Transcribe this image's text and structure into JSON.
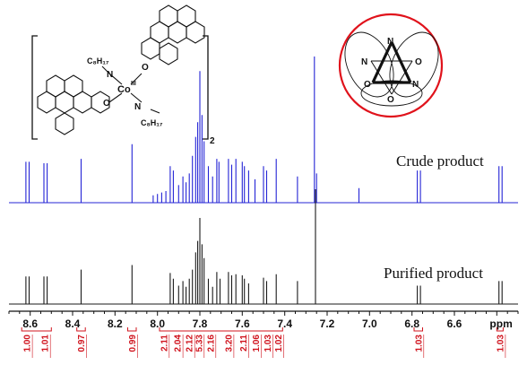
{
  "chart_data": {
    "type": "line",
    "xlabel": "ppm",
    "xlim": [
      8.7,
      6.3
    ],
    "xticks": [
      8.6,
      8.4,
      8.2,
      8.0,
      7.8,
      7.6,
      7.4,
      7.2,
      7.0,
      6.8,
      6.6
    ],
    "xtick_labels": [
      "8.6",
      "8.4",
      "8.2",
      "8.0",
      "7.8",
      "7.6",
      "7.4",
      "7.2",
      "7.0",
      "6.8",
      "6.6"
    ],
    "series": [
      {
        "name": "Crude product",
        "color": "#2424d6",
        "peaks": [
          {
            "x": 8.62,
            "h": 0.28
          },
          {
            "x": 8.605,
            "h": 0.28
          },
          {
            "x": 8.535,
            "h": 0.27
          },
          {
            "x": 8.52,
            "h": 0.27
          },
          {
            "x": 8.36,
            "h": 0.3
          },
          {
            "x": 8.12,
            "h": 0.4
          },
          {
            "x": 8.02,
            "h": 0.05
          },
          {
            "x": 8.0,
            "h": 0.06
          },
          {
            "x": 7.98,
            "h": 0.07
          },
          {
            "x": 7.96,
            "h": 0.08
          },
          {
            "x": 7.94,
            "h": 0.25
          },
          {
            "x": 7.925,
            "h": 0.22
          },
          {
            "x": 7.9,
            "h": 0.12
          },
          {
            "x": 7.88,
            "h": 0.18
          },
          {
            "x": 7.865,
            "h": 0.14
          },
          {
            "x": 7.85,
            "h": 0.2
          },
          {
            "x": 7.835,
            "h": 0.32
          },
          {
            "x": 7.82,
            "h": 0.45
          },
          {
            "x": 7.81,
            "h": 0.55
          },
          {
            "x": 7.8,
            "h": 0.9
          },
          {
            "x": 7.79,
            "h": 0.6
          },
          {
            "x": 7.78,
            "h": 0.42
          },
          {
            "x": 7.76,
            "h": 0.25
          },
          {
            "x": 7.74,
            "h": 0.18
          },
          {
            "x": 7.72,
            "h": 0.3
          },
          {
            "x": 7.71,
            "h": 0.28
          },
          {
            "x": 7.665,
            "h": 0.3
          },
          {
            "x": 7.65,
            "h": 0.26
          },
          {
            "x": 7.63,
            "h": 0.3
          },
          {
            "x": 7.6,
            "h": 0.28
          },
          {
            "x": 7.59,
            "h": 0.25
          },
          {
            "x": 7.57,
            "h": 0.22
          },
          {
            "x": 7.54,
            "h": 0.16
          },
          {
            "x": 7.5,
            "h": 0.25
          },
          {
            "x": 7.485,
            "h": 0.22
          },
          {
            "x": 7.44,
            "h": 0.3
          },
          {
            "x": 7.34,
            "h": 0.18
          },
          {
            "x": 7.26,
            "h": 1.0
          },
          {
            "x": 7.25,
            "h": 0.2
          },
          {
            "x": 7.05,
            "h": 0.1
          },
          {
            "x": 6.775,
            "h": 0.22
          },
          {
            "x": 6.76,
            "h": 0.22
          },
          {
            "x": 6.39,
            "h": 0.25
          },
          {
            "x": 6.375,
            "h": 0.25
          }
        ]
      },
      {
        "name": "Purified product",
        "color": "#1a1a1a",
        "peaks": [
          {
            "x": 8.62,
            "h": 0.24
          },
          {
            "x": 8.605,
            "h": 0.24
          },
          {
            "x": 8.535,
            "h": 0.24
          },
          {
            "x": 8.52,
            "h": 0.24
          },
          {
            "x": 8.36,
            "h": 0.3
          },
          {
            "x": 8.12,
            "h": 0.34
          },
          {
            "x": 7.94,
            "h": 0.27
          },
          {
            "x": 7.925,
            "h": 0.22
          },
          {
            "x": 7.9,
            "h": 0.16
          },
          {
            "x": 7.88,
            "h": 0.2
          },
          {
            "x": 7.865,
            "h": 0.15
          },
          {
            "x": 7.85,
            "h": 0.22
          },
          {
            "x": 7.835,
            "h": 0.3
          },
          {
            "x": 7.82,
            "h": 0.45
          },
          {
            "x": 7.81,
            "h": 0.55
          },
          {
            "x": 7.8,
            "h": 0.75
          },
          {
            "x": 7.79,
            "h": 0.52
          },
          {
            "x": 7.78,
            "h": 0.4
          },
          {
            "x": 7.76,
            "h": 0.22
          },
          {
            "x": 7.74,
            "h": 0.15
          },
          {
            "x": 7.72,
            "h": 0.28
          },
          {
            "x": 7.705,
            "h": 0.22
          },
          {
            "x": 7.665,
            "h": 0.28
          },
          {
            "x": 7.65,
            "h": 0.25
          },
          {
            "x": 7.63,
            "h": 0.26
          },
          {
            "x": 7.6,
            "h": 0.25
          },
          {
            "x": 7.59,
            "h": 0.22
          },
          {
            "x": 7.57,
            "h": 0.18
          },
          {
            "x": 7.5,
            "h": 0.23
          },
          {
            "x": 7.485,
            "h": 0.2
          },
          {
            "x": 7.44,
            "h": 0.26
          },
          {
            "x": 7.34,
            "h": 0.2
          },
          {
            "x": 7.255,
            "h": 1.0
          },
          {
            "x": 6.775,
            "h": 0.16
          },
          {
            "x": 6.76,
            "h": 0.16
          },
          {
            "x": 6.39,
            "h": 0.2
          },
          {
            "x": 6.375,
            "h": 0.2
          }
        ]
      }
    ],
    "integrals": [
      {
        "label": "1.00",
        "x": 8.615
      },
      {
        "label": "1.01",
        "x": 8.53
      },
      {
        "label": "0.97",
        "x": 8.36
      },
      {
        "label": "0.99",
        "x": 8.12
      },
      {
        "label": "2.11",
        "x": 7.97
      },
      {
        "label": "2.04",
        "x": 7.905
      },
      {
        "label": "2.12",
        "x": 7.85
      },
      {
        "label": "5.33",
        "x": 7.805
      },
      {
        "label": "2.16",
        "x": 7.75
      },
      {
        "label": "3.20",
        "x": 7.665
      },
      {
        "label": "2.11",
        "x": 7.595
      },
      {
        "label": "1.06",
        "x": 7.535
      },
      {
        "label": "1.03",
        "x": 7.48
      },
      {
        "label": "1.02",
        "x": 7.43
      },
      {
        "label": "1.03",
        "x": 6.77
      },
      {
        "label": "1.03",
        "x": 6.385
      }
    ]
  },
  "structure": {
    "sub_c8h17_top": "C₈H₁₇",
    "sub_c8h17_bottom": "C₈H₁₇",
    "metal": "Co",
    "oxidation": "III",
    "atom_n_top": "N",
    "atom_o_top": "O",
    "atom_o_left": "O",
    "atom_n_bottom": "N",
    "bracket_subscript": "2",
    "inset_atoms": {
      "n_top": "N",
      "n_left": "N",
      "o_right_top": "O",
      "n_right": "N",
      "o_left_bottom": "O",
      "o_bottom": "O"
    },
    "inset_color": "#e0121b"
  }
}
